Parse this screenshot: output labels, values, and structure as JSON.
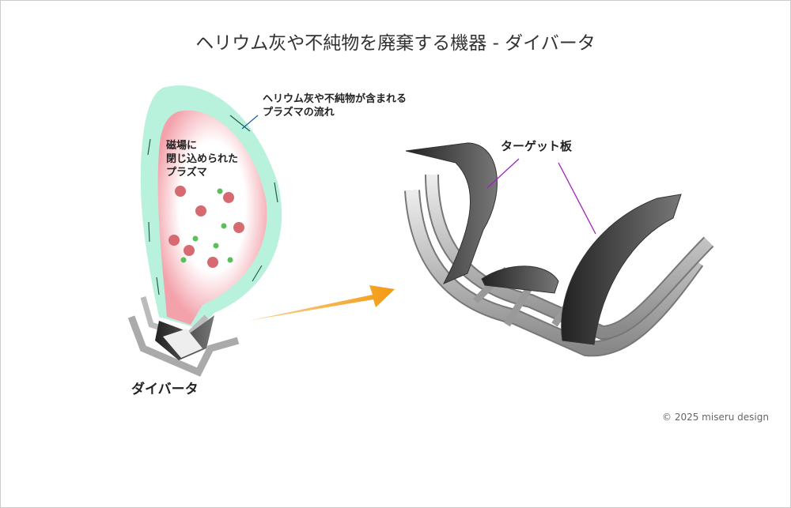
{
  "title": "ヘリウム灰や不純物を廃棄する機器 - ダイバータ",
  "labels": {
    "flow_line1": "ヘリウム灰や不純物が含まれる",
    "flow_line2": "プラズマの流れ",
    "confined_line1": "磁場に",
    "confined_line2": "閉じ込められた",
    "confined_line3": "プラズマ",
    "divertor": "ダイバータ",
    "target_plate": "ターゲット板"
  },
  "credit": "© 2025 miseru design",
  "colors": {
    "outer_plasma": "#b8f2dc",
    "inner_plasma": "#f4a6ad",
    "arrow": "#f5a020",
    "leader_blue": "#1a5fb0",
    "leader_purple": "#a020c0"
  }
}
